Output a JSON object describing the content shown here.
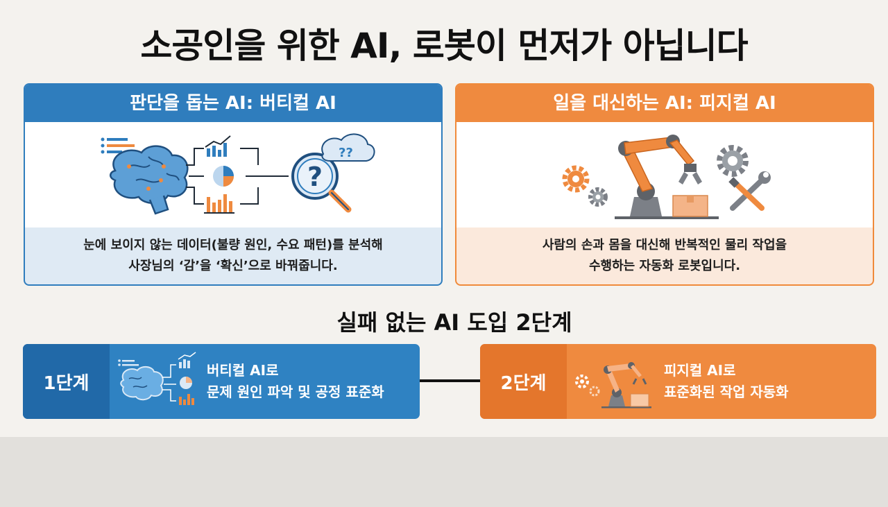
{
  "title": "소공인을 위한 AI, 로봇이 먼저가 아닙니다",
  "vertical_card": {
    "heading": "판단을 돕는 AI: 버티컬 AI",
    "desc_line1": "눈에 보이지 않는 데이터(불량 원인, 수요 패턴)를 분석해",
    "desc_line2": "사장님의 ‘감’을 ‘확신’으로 바꿔줍니다.",
    "accent": "#2f7dbd",
    "icons": [
      "brain-icon",
      "bar-chart-icon",
      "pie-chart-icon",
      "magnifier-question-icon",
      "question-bubble-icon"
    ]
  },
  "physical_card": {
    "heading": "일을 대신하는 AI: 피지컬 AI",
    "desc_line1": "사람의 손과 몸을 대신해 반복적인 물리 작업을",
    "desc_line2": "수행하는 자동화 로봇입니다.",
    "accent": "#ef8a3f",
    "icons": [
      "robot-arm-icon",
      "gear-icon",
      "wrench-icon",
      "box-icon"
    ]
  },
  "steps_title": "실패 없는 AI 도입 2단계",
  "step1": {
    "label": "1단계",
    "line1": "버티컬 AI로",
    "line2": "문제 원인 파악 및 공정 표준화",
    "color": "#2f82c2"
  },
  "step2": {
    "label": "2단계",
    "line1": "피지컬 AI로",
    "line2": "표준화된 작업 자동화",
    "color": "#ef8a3f"
  }
}
